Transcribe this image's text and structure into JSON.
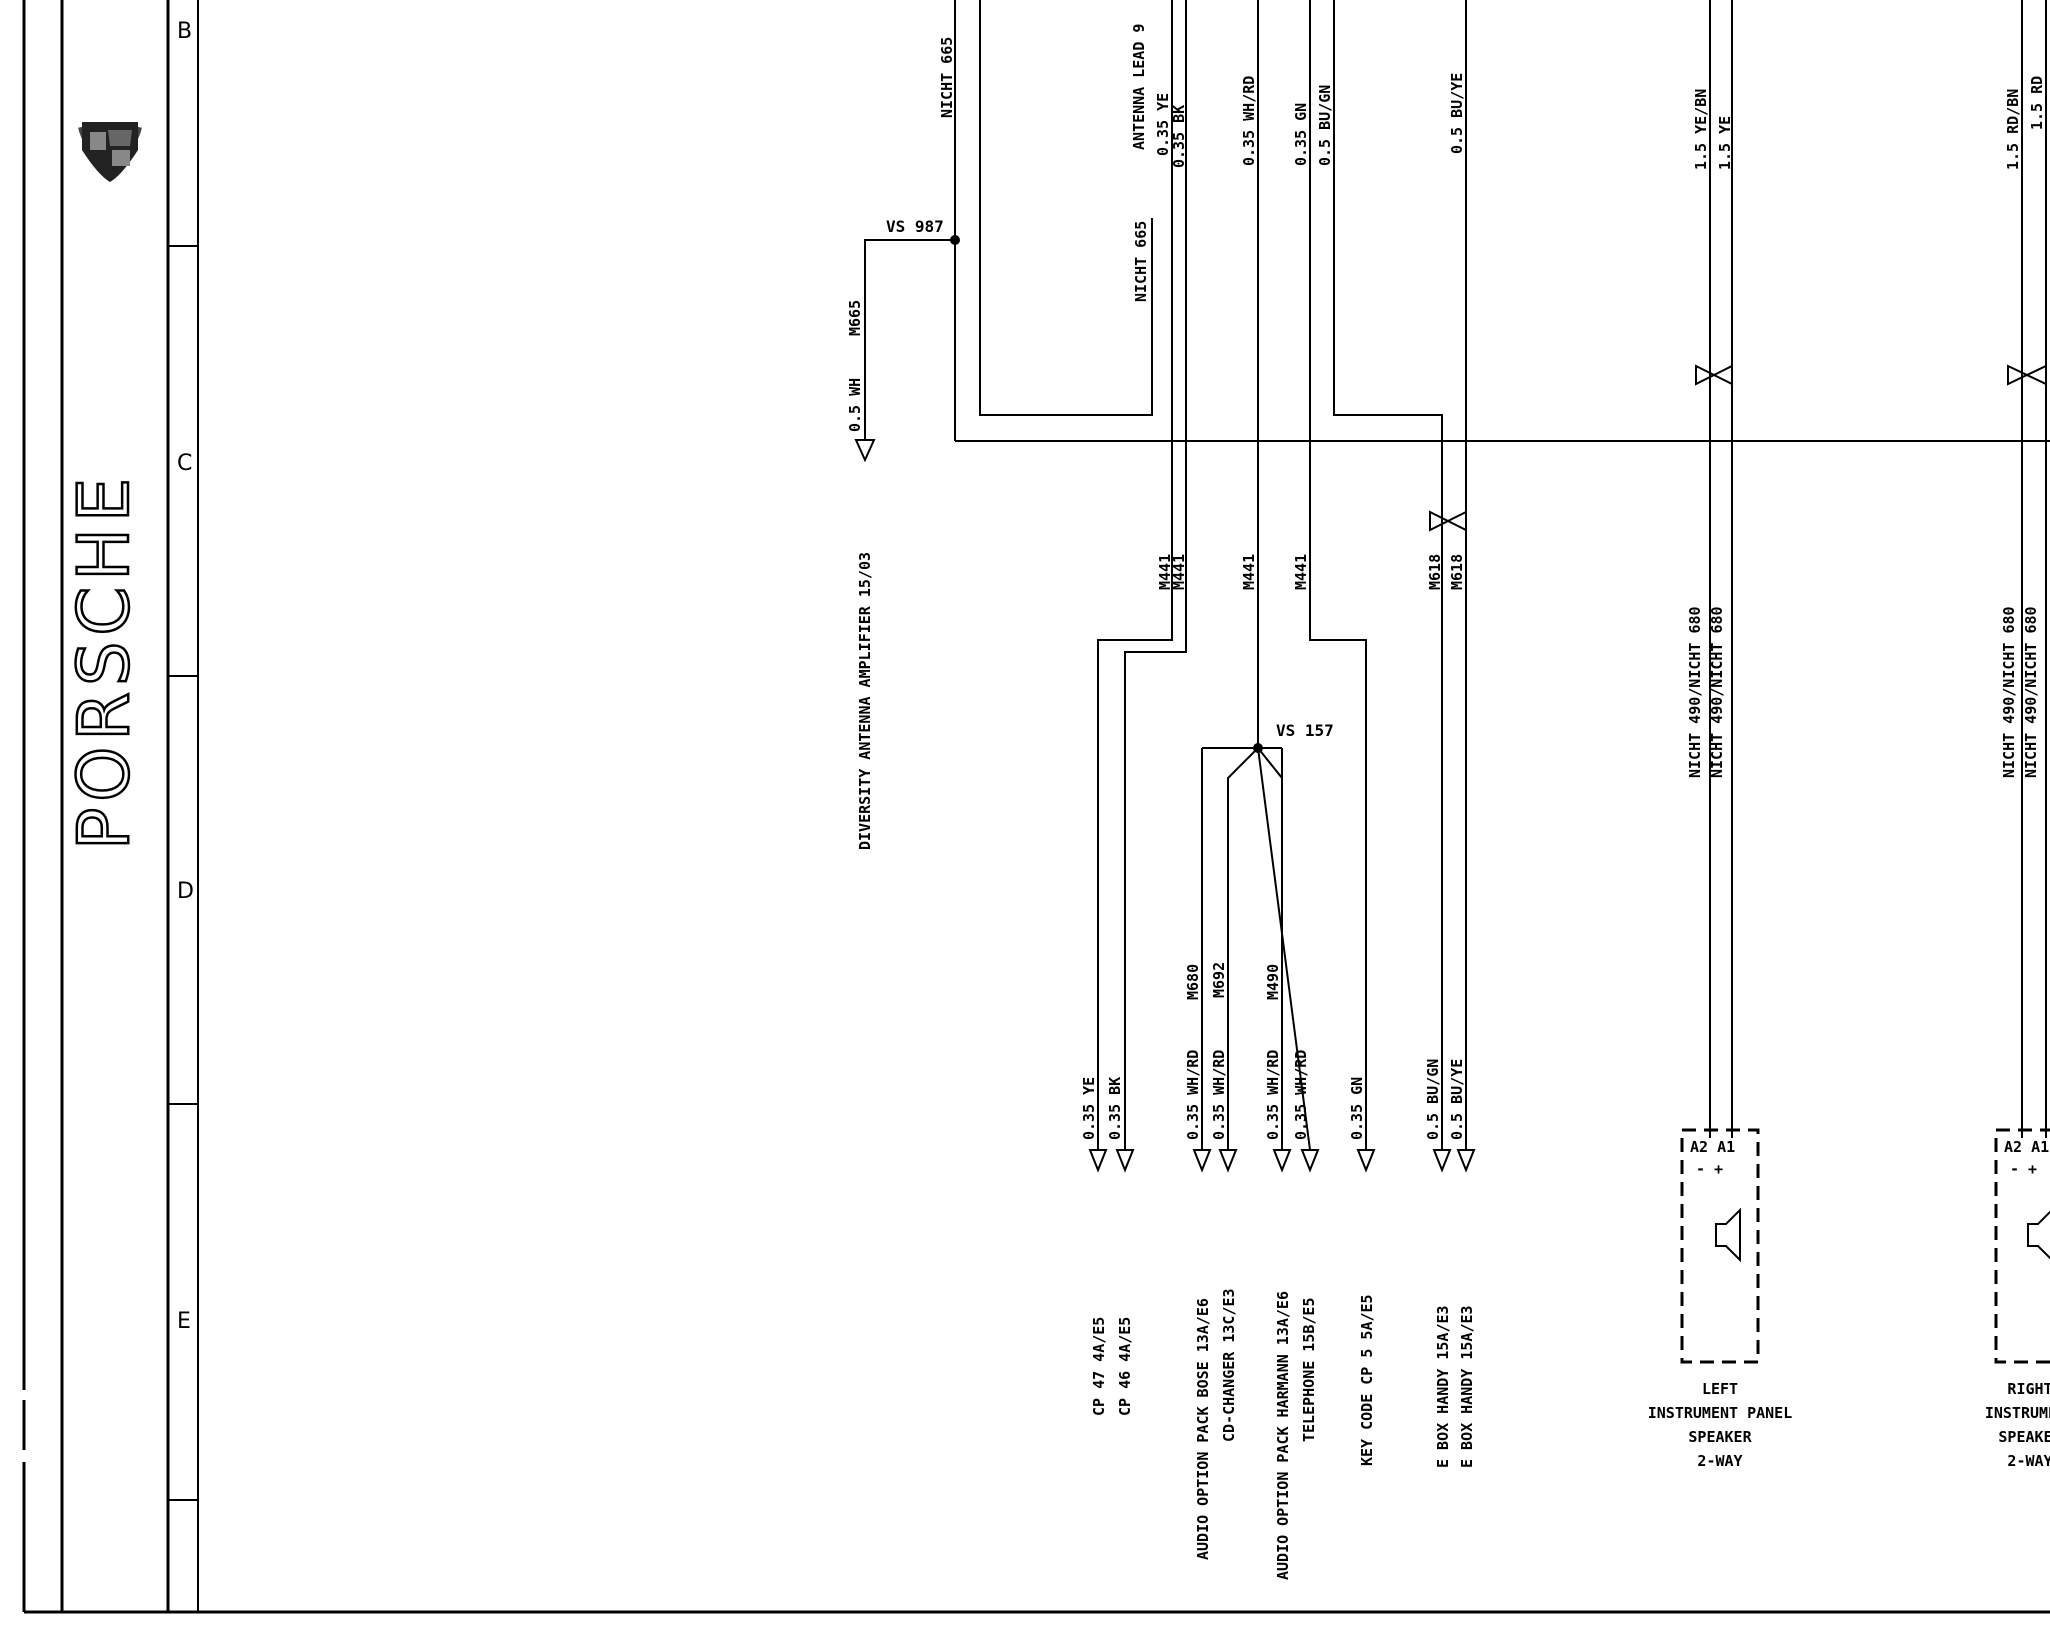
{
  "brand": {
    "name": "PORSCHE",
    "logo_icon": "porsche-crest-icon"
  },
  "zones": [
    "B",
    "C",
    "D",
    "E"
  ],
  "wire_labels": {
    "nicht_665_top": "NICHT 665",
    "antenna_lead": "ANTENNA LEAD 9",
    "nicht_665": "NICHT 665",
    "w_035_ye": "0.35 YE",
    "w_035_bk": "0.35 BK",
    "w_035_whrd": "0.35 WH/RD",
    "w_035_gn": "0.35 GN",
    "w_05_bugn": "0.5 BU/GN",
    "w_05_buye": "0.5 BU/YE",
    "w_15_yebn": "1.5 YE/BN",
    "w_15_ye": "1.5 YE",
    "w_15_rdbn": "1.5 RD/BN",
    "w_15_rd": "1.5 RD",
    "vs987": "VS 987",
    "m665": "M665",
    "w_05_wh": "0.5 WH",
    "m441": "M441",
    "m618": "M618",
    "vs157": "VS 157",
    "nicht_490_680": "NICHT 490/NICHT 680"
  },
  "diversity": {
    "label": "DIVERSITY ANTENNA AMPLIFIER   15/03"
  },
  "bottom_wires": [
    "0.35 YE",
    "0.35 BK",
    "0.35 WH/RD",
    "0.35 WH/RD",
    "0.35 WH/RD",
    "0.35 WH/RD",
    "0.35 GN",
    "0.5 BU/GN",
    "0.5 BU/YE"
  ],
  "bottom_codes": [
    "M680",
    "M692",
    "M490"
  ],
  "connectors": [
    "CP 47   4A/E5",
    "CP 46   4A/E5",
    "AUDIO OPTION PACK BOSE   13A/E6",
    "CD-CHANGER   13C/E3",
    "AUDIO OPTION PACK HARMANN   13A/E6",
    "TELEPHONE   15B/E5",
    "KEY CODE   CP 5    5A/E5",
    "E BOX HANDY   15A/E3",
    "E BOX HANDY   15A/E3"
  ],
  "speaker_left": {
    "pins": "A2 A1",
    "polarity": "-  +",
    "title": [
      "LEFT",
      "INSTRUMENT PANEL",
      "SPEAKER",
      "2-WAY"
    ]
  },
  "speaker_right": {
    "pins": "A2 A1",
    "polarity": "-  +",
    "title": [
      "RIGHT",
      "INSTRUMENT",
      "SPEAKER",
      "2-WAY"
    ]
  }
}
